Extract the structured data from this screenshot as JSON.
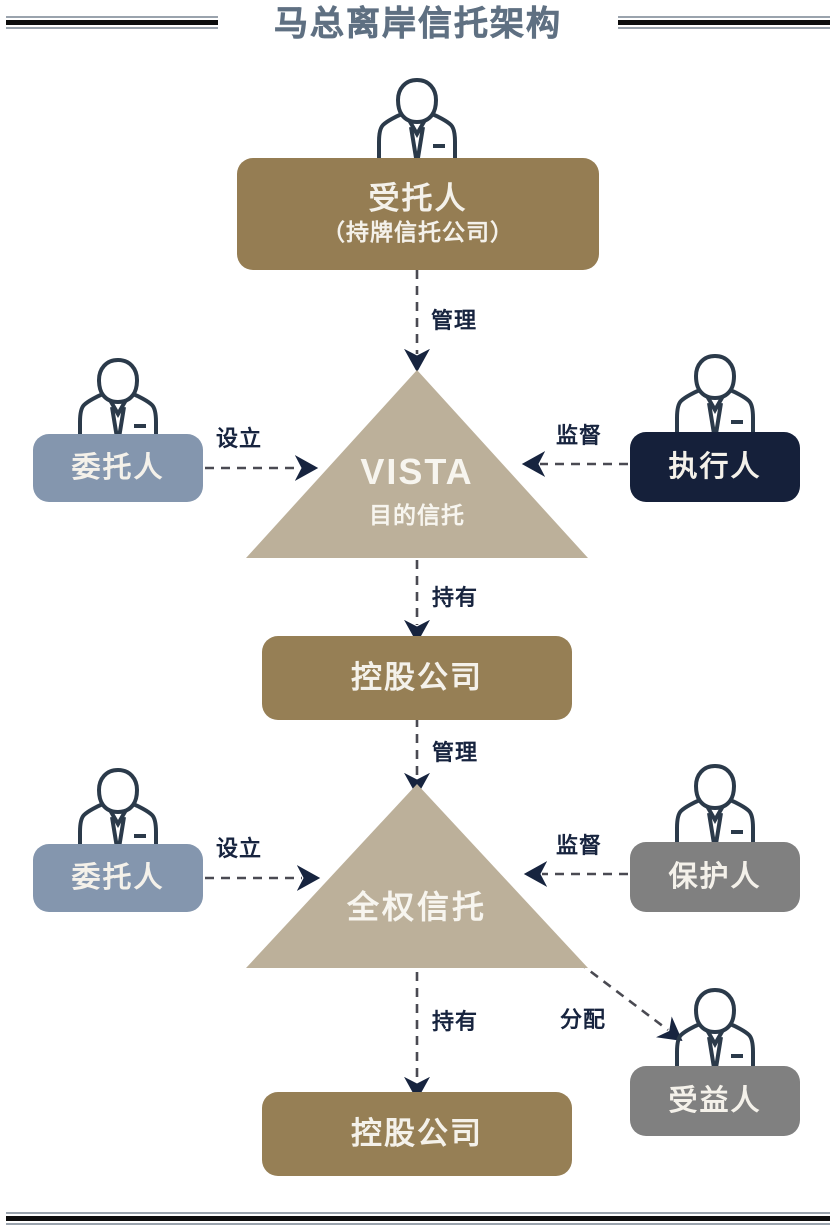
{
  "header": {
    "title": "马总离岸信托架构"
  },
  "colors": {
    "title_text": "#5f7082",
    "rule_thick": "#0d0d0d",
    "rule_thin": "#9aa3ad",
    "trustee_box": "#957d53",
    "holding_box": "#967f55",
    "settlor_box": "#8496ae",
    "enforcer_box": "#15203a",
    "protector_box": "#808080",
    "beneficiary_box": "#808080",
    "triangle": "#bcb09a",
    "arrow": "#17243f",
    "icon_stroke": "#2b3a4a",
    "box_text": "#f4f1ea"
  },
  "nodes": {
    "trustee": {
      "label": "受托人",
      "sub_label": "（持牌信托公司）",
      "icon": "person-icon"
    },
    "vista_trust": {
      "name_en": "VISTA",
      "name_cn": "目的信托"
    },
    "settlor_top": {
      "label": "委托人",
      "icon": "person-icon"
    },
    "enforcer": {
      "label": "执行人",
      "icon": "person-icon"
    },
    "holding_company_top": {
      "label": "控股公司"
    },
    "discretionary_trust": {
      "name_cn": "全权信托"
    },
    "settlor_bottom": {
      "label": "委托人",
      "icon": "person-icon"
    },
    "protector": {
      "label": "保护人",
      "icon": "person-icon"
    },
    "beneficiary": {
      "label": "受益人",
      "icon": "person-icon"
    },
    "holding_company_bottom": {
      "label": "控股公司"
    }
  },
  "edges": {
    "trustee_to_vista": "管理",
    "settlor_to_vista": "设立",
    "enforcer_to_vista": "监督",
    "vista_to_holding": "持有",
    "holding_to_discretionary": "管理",
    "settlor_to_discretionary": "设立",
    "protector_to_discretionary": "监督",
    "discretionary_to_holding": "持有",
    "discretionary_to_beneficiary": "分配"
  }
}
